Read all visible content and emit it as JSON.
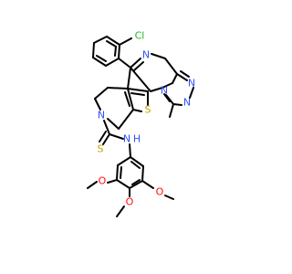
{
  "molecule": {
    "colors": {
      "carbon": "#000000",
      "nitrogen": "#3050F8",
      "sulfur": "#C8A200",
      "oxygen": "#FF0D0D",
      "chlorine": "#1FB81F",
      "background": "#ffffff"
    },
    "labels": {
      "cl": "Cl",
      "n_azepine": "N",
      "n_triazole_1": "N",
      "n_triazole_2": "N",
      "n_bridge": "N",
      "s_thiophene": "S",
      "n_piperidine": "N",
      "s_thione": "S",
      "nh": "N",
      "h": "H",
      "o_upper": "O",
      "o_middle": "O",
      "o_lower": "O"
    }
  }
}
